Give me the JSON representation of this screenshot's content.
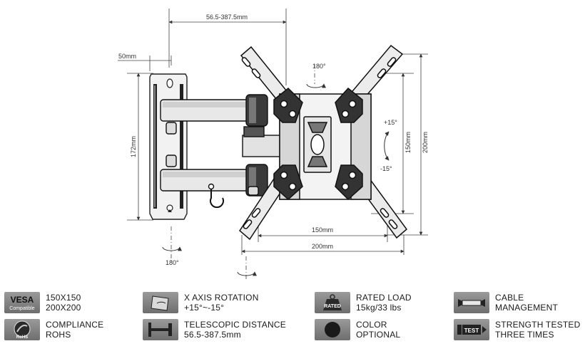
{
  "dimensions": {
    "telescopic_top": "56.5-387.5mm",
    "wall_plate_width": "50mm",
    "wall_plate_height": "172mm",
    "rotation_top": "180°",
    "rotation_bottom": "180°",
    "tilt_up": "+15°",
    "tilt_down": "-15°",
    "vesa_vertical_150": "150mm",
    "vesa_vertical_200": "200mm",
    "vesa_horizontal_150": "150mm",
    "vesa_horizontal_200": "200mm"
  },
  "features": [
    {
      "icon": "vesa-icon",
      "icon_text_main": "VESA",
      "icon_text_sub": "Compatible",
      "line1": "150X150",
      "line2": "200X200"
    },
    {
      "icon": "x-axis-rotation-icon",
      "line1": "X AXIS ROTATION",
      "line2": "+15°~-15°"
    },
    {
      "icon": "rated-load-icon",
      "icon_text_main": "RATED",
      "line1": "RATED LOAD",
      "line2": "15kg/33 lbs"
    },
    {
      "icon": "cable-management-icon",
      "line1": "CABLE",
      "line2": "MANAGEMENT"
    },
    {
      "icon": "rohs-icon",
      "icon_text_main": "RoHS",
      "line1": "COMPLIANCE",
      "line2": "ROHS"
    },
    {
      "icon": "telescopic-distance-icon",
      "line1": "TELESCOPIC DISTANCE",
      "line2": "56.5-387.5mm"
    },
    {
      "icon": "color-icon",
      "line1": "COLOR",
      "line2": "OPTIONAL"
    },
    {
      "icon": "strength-test-icon",
      "icon_text_main": "TEST",
      "line1": "STRENGTH TESTED",
      "line2": "THREE TIMES"
    }
  ]
}
